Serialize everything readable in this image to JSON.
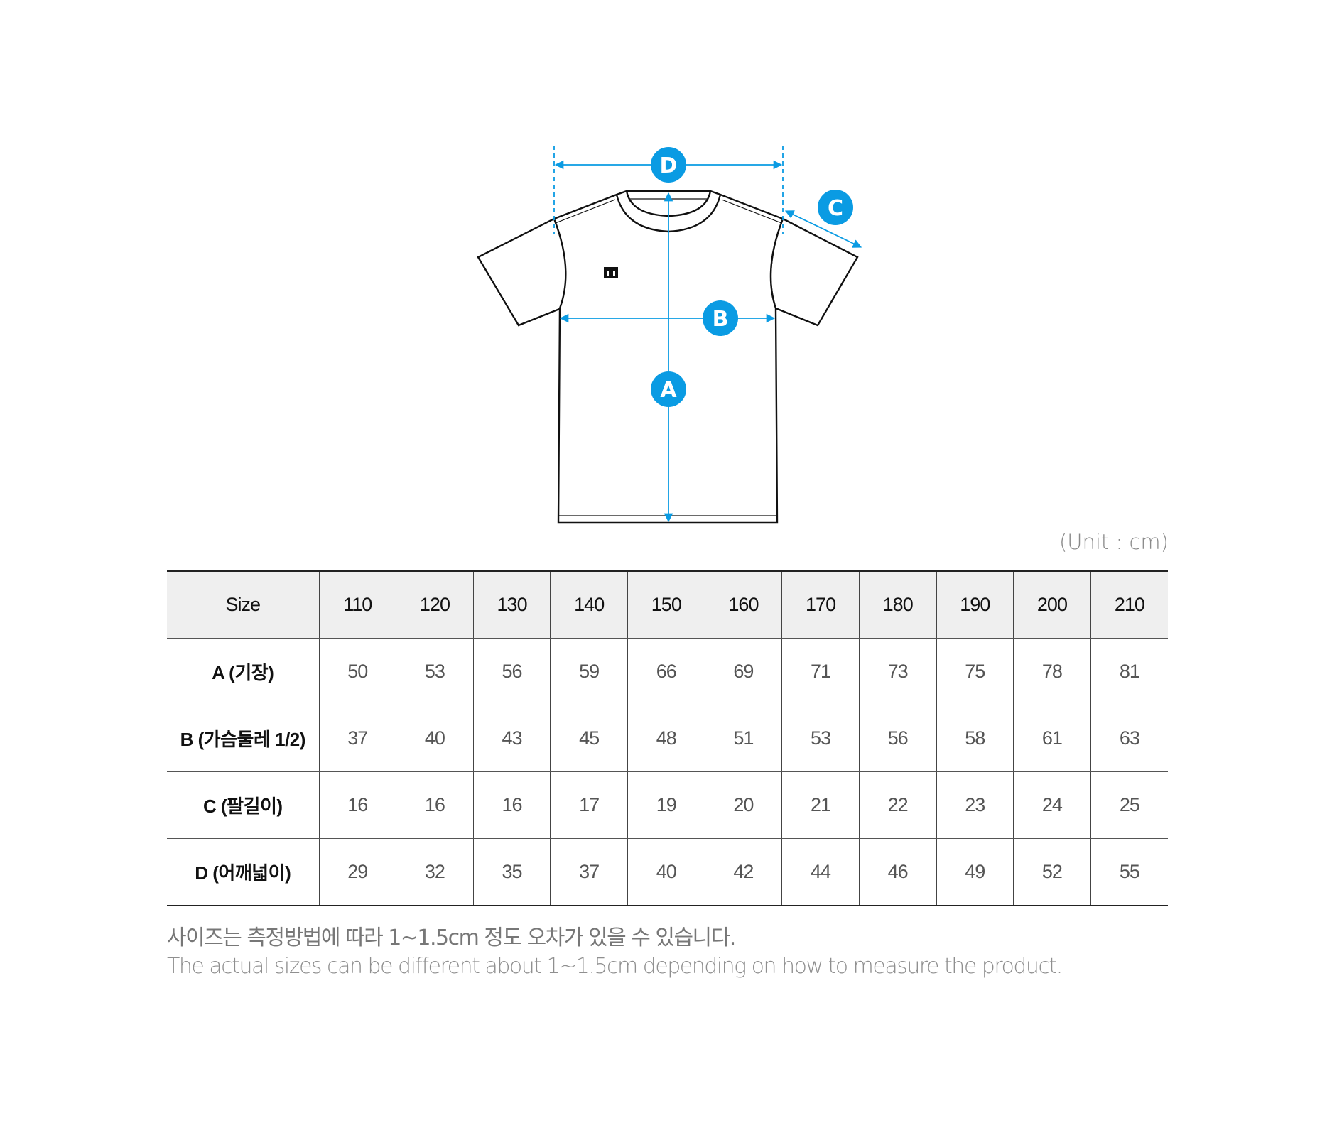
{
  "diagram": {
    "accent_color": "#0a9be3",
    "markers": [
      {
        "id": "A",
        "label": "A"
      },
      {
        "id": "B",
        "label": "B"
      },
      {
        "id": "C",
        "label": "C"
      },
      {
        "id": "D",
        "label": "D"
      }
    ],
    "logo_icon": "brand-logo-icon"
  },
  "unit_label": "(Unit : cm)",
  "table": {
    "header": {
      "label": "Size",
      "sizes": [
        "110",
        "120",
        "130",
        "140",
        "150",
        "160",
        "170",
        "180",
        "190",
        "200",
        "210"
      ]
    },
    "rows": [
      {
        "label": "A (기장)",
        "values": [
          "50",
          "53",
          "56",
          "59",
          "66",
          "69",
          "71",
          "73",
          "75",
          "78",
          "81"
        ]
      },
      {
        "label": "B (가슴둘레 1/2)",
        "values": [
          "37",
          "40",
          "43",
          "45",
          "48",
          "51",
          "53",
          "56",
          "58",
          "61",
          "63"
        ]
      },
      {
        "label": "C (팔길이)",
        "values": [
          "16",
          "16",
          "16",
          "17",
          "19",
          "20",
          "21",
          "22",
          "23",
          "24",
          "25"
        ]
      },
      {
        "label": "D (어깨넓이)",
        "values": [
          "29",
          "32",
          "35",
          "37",
          "40",
          "42",
          "44",
          "46",
          "49",
          "52",
          "55"
        ]
      }
    ]
  },
  "notes": {
    "korean": "사이즈는 측정방법에 따라 1~1.5cm 정도 오차가 있을 수 있습니다.",
    "english": "The actual sizes can be different about 1~1.5cm depending on how to measure the product."
  }
}
